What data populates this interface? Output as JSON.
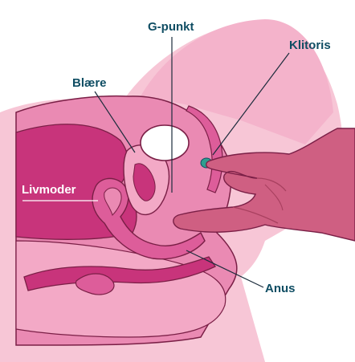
{
  "labels": {
    "g_punkt": "G-punkt",
    "klitoris": "Klitoris",
    "blaere": "Blære",
    "livmoder": "Livmoder",
    "anus": "Anus"
  },
  "colors": {
    "background": "#ffffff",
    "outer_skin": "#f7c6d6",
    "body_tissue": "#ea8ab3",
    "deep_tissue": "#c8347b",
    "mid_pink": "#dd5d9a",
    "organ_outline": "#7a1f46",
    "hand": "#cf5f82",
    "hand_shadow": "#a8405f",
    "clitoris": "#2f9e8f",
    "label_dark": "#0f4d63",
    "label_light": "#ffffff"
  },
  "icons": {
    "hand": "pointing-hand-illustration",
    "clitoris": "clitoris-marker"
  }
}
